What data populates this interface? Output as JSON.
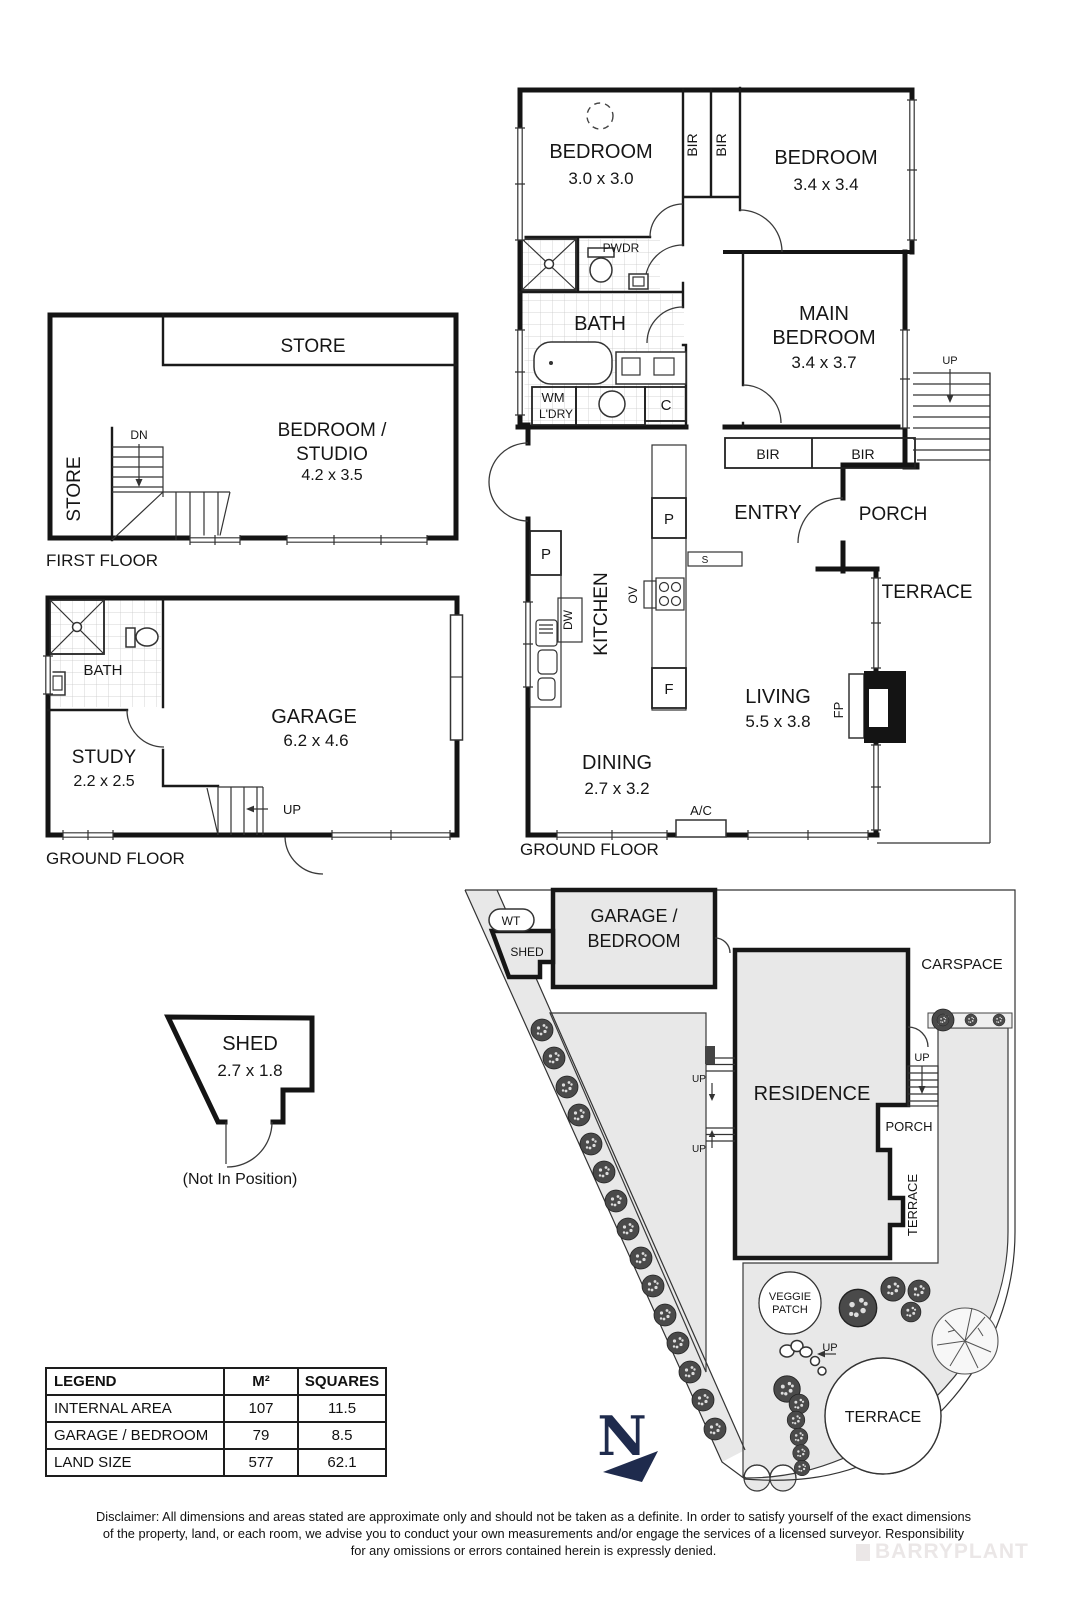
{
  "residence": {
    "floor_label": "GROUND FLOOR",
    "bedroom1_name": "BEDROOM",
    "bedroom1_dims": "3.0 x 3.0",
    "bedroom2_name": "BEDROOM",
    "bedroom2_dims": "3.4 x 3.4",
    "main_bedroom_line1": "MAIN",
    "main_bedroom_line2": "BEDROOM",
    "main_bedroom_dims": "3.4 x 3.7",
    "bir": [
      "BIR",
      "BIR",
      "BIR",
      "BIR"
    ],
    "pwdr": "PWDR",
    "bath": "BATH",
    "wm": "WM",
    "laundry": "L'DRY",
    "cupboard": "C",
    "entry": "ENTRY",
    "porch": "PORCH",
    "terrace": "TERRACE",
    "up": "UP",
    "kitchen": "KITCHEN",
    "pantry_a": "P",
    "pantry_b": "P",
    "fridge": "F",
    "oven": "OV",
    "dishwasher": "DW",
    "shelf": "S",
    "living_name": "LIVING",
    "living_dims": "5.5 x 3.8",
    "dining_name": "DINING",
    "dining_dims": "2.7 x 3.2",
    "fireplace": "FP",
    "aircon": "A/C"
  },
  "first_floor": {
    "floor_label": "FIRST FLOOR",
    "store_top": "STORE",
    "store_side": "STORE",
    "studio_line1": "BEDROOM /",
    "studio_line2": "STUDIO",
    "studio_dims": "4.2 x 3.5",
    "dn": "DN"
  },
  "ground_floor_garage": {
    "floor_label": "GROUND FLOOR",
    "garage_name": "GARAGE",
    "garage_dims": "6.2 x 4.6",
    "study_name": "STUDY",
    "study_dims": "2.2 x 2.5",
    "bath": "BATH",
    "up": "UP"
  },
  "shed": {
    "name": "SHED",
    "dims": "2.7 x 1.8",
    "note": "(Not In Position)"
  },
  "site": {
    "garage_bedroom_line1": "GARAGE /",
    "garage_bedroom_line2": "BEDROOM",
    "residence": "RESIDENCE",
    "carspace": "CARSPACE",
    "shed": "SHED",
    "water_tank": "WT",
    "porch": "PORCH",
    "terrace_side": "TERRACE",
    "terrace_rear": "TERRACE",
    "veggie_line1": "VEGGIE",
    "veggie_line2": "PATCH",
    "up1": "UP",
    "up2": "UP",
    "up3": "UP",
    "up4": "UP",
    "compass": "N",
    "compass_color": "#1f2b4d"
  },
  "legend": {
    "headers": [
      "LEGEND",
      "M²",
      "SQUARES"
    ],
    "rows": [
      [
        "INTERNAL AREA",
        "107",
        "11.5"
      ],
      [
        "GARAGE / BEDROOM",
        "79",
        "8.5"
      ],
      [
        "LAND SIZE",
        "577",
        "62.1"
      ]
    ]
  },
  "disclaimer": {
    "line1": "Disclaimer: All dimensions and areas stated are approximate only and should not be taken as a definite. In order to satisfy yourself of the exact dimensions",
    "line2": "of the property, land, or each room, we advise you to conduct your own measurements and/or engage the services of a licensed surveyor. Responsibility",
    "line3": "for any omissions or errors contained herein is expressly denied."
  },
  "watermark": "BARRYPLANT"
}
